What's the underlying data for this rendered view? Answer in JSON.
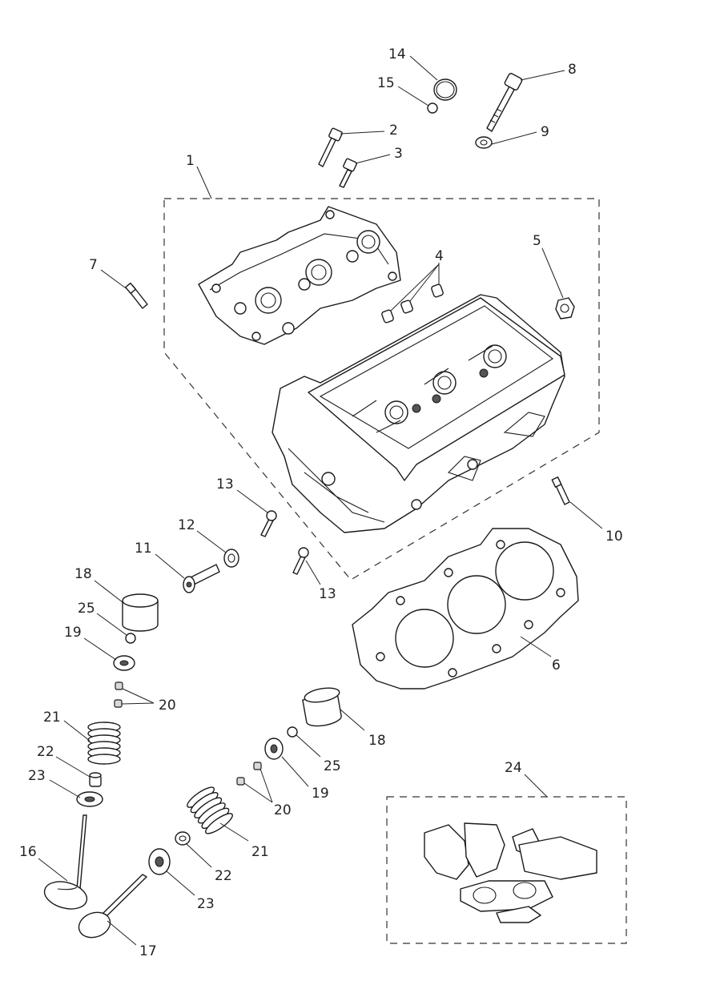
{
  "callouts": [
    {
      "id": "c1",
      "label": "1"
    },
    {
      "id": "c2",
      "label": "2"
    },
    {
      "id": "c3",
      "label": "3"
    },
    {
      "id": "c4",
      "label": "4"
    },
    {
      "id": "c5",
      "label": "5"
    },
    {
      "id": "c6",
      "label": "6"
    },
    {
      "id": "c7",
      "label": "7"
    },
    {
      "id": "c8",
      "label": "8"
    },
    {
      "id": "c9",
      "label": "9"
    },
    {
      "id": "c10",
      "label": "10"
    },
    {
      "id": "c11",
      "label": "11"
    },
    {
      "id": "c12",
      "label": "12"
    },
    {
      "id": "c13a",
      "label": "13"
    },
    {
      "id": "c13b",
      "label": "13"
    },
    {
      "id": "c14",
      "label": "14"
    },
    {
      "id": "c15",
      "label": "15"
    },
    {
      "id": "c16",
      "label": "16"
    },
    {
      "id": "c17",
      "label": "17"
    },
    {
      "id": "c18a",
      "label": "18"
    },
    {
      "id": "c18b",
      "label": "18"
    },
    {
      "id": "c19a",
      "label": "19"
    },
    {
      "id": "c19b",
      "label": "19"
    },
    {
      "id": "c20a",
      "label": "20"
    },
    {
      "id": "c20b",
      "label": "20"
    },
    {
      "id": "c21a",
      "label": "21"
    },
    {
      "id": "c21b",
      "label": "21"
    },
    {
      "id": "c22a",
      "label": "22"
    },
    {
      "id": "c22b",
      "label": "22"
    },
    {
      "id": "c23a",
      "label": "23"
    },
    {
      "id": "c23b",
      "label": "23"
    },
    {
      "id": "c24",
      "label": "24"
    },
    {
      "id": "c25a",
      "label": "25"
    },
    {
      "id": "c25b",
      "label": "25"
    }
  ],
  "icons": {
    "cylinder_head": "cylinder-head-icon",
    "camshaft_cap": "camshaft-carrier-icon",
    "head_gasket": "head-gasket-icon",
    "gasket_kit": "gasket-kit-icon",
    "valve": "valve-icon",
    "spring": "valve-spring-icon",
    "tappet": "tappet-bucket-icon",
    "bolt": "bolt-icon",
    "washer": "washer-icon",
    "o_ring": "o-ring-icon"
  }
}
